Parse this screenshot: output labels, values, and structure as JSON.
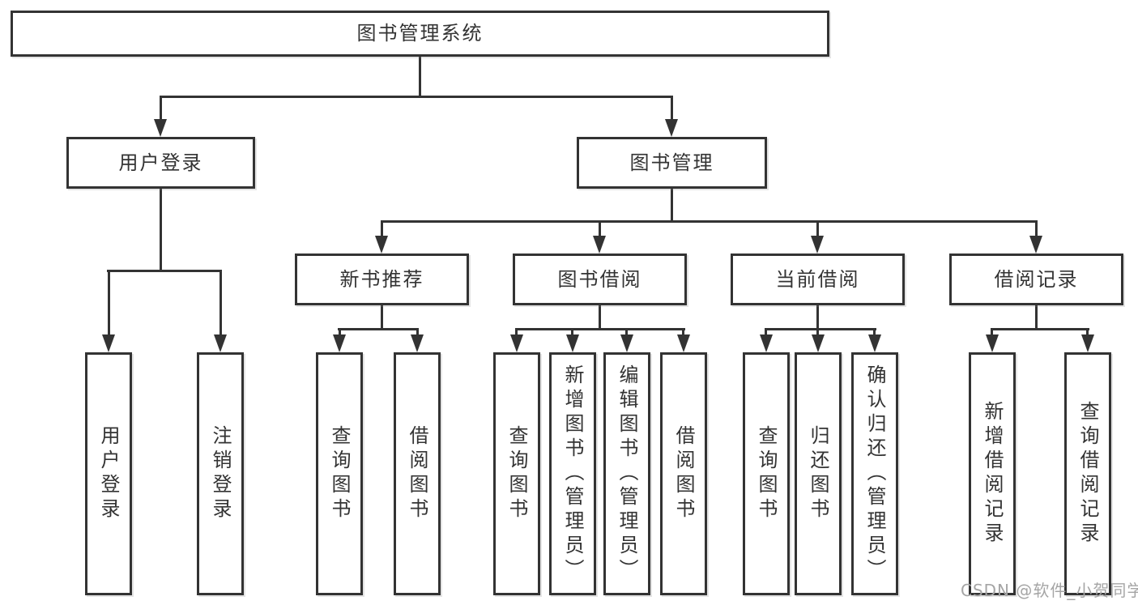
{
  "diagram": {
    "root": {
      "label": "图书管理系统",
      "children": [
        {
          "label": "用户登录",
          "children": [
            {
              "label": "用户登录"
            },
            {
              "label": "注销登录"
            }
          ]
        },
        {
          "label": "图书管理",
          "children": [
            {
              "label": "新书推荐",
              "children": [
                {
                  "label": "查询图书"
                },
                {
                  "label": "借阅图书"
                }
              ]
            },
            {
              "label": "图书借阅",
              "children": [
                {
                  "label": "查询图书"
                },
                {
                  "label": "新增图书（管理员）"
                },
                {
                  "label": "编辑图书（管理员）"
                },
                {
                  "label": "借阅图书"
                }
              ]
            },
            {
              "label": "当前借阅",
              "children": [
                {
                  "label": "查询图书"
                },
                {
                  "label": "归还图书"
                },
                {
                  "label": "确认归还（管理员）"
                }
              ]
            },
            {
              "label": "借阅记录",
              "children": [
                {
                  "label": "新增借阅记录"
                },
                {
                  "label": "查询借阅记录"
                }
              ]
            }
          ]
        }
      ]
    }
  },
  "watermark": {
    "text": "CSDN @软件_小贺同学"
  },
  "colors": {
    "line": "#333333",
    "text": "#333333",
    "background": "#ffffff",
    "watermark": "#a5a5a5"
  }
}
